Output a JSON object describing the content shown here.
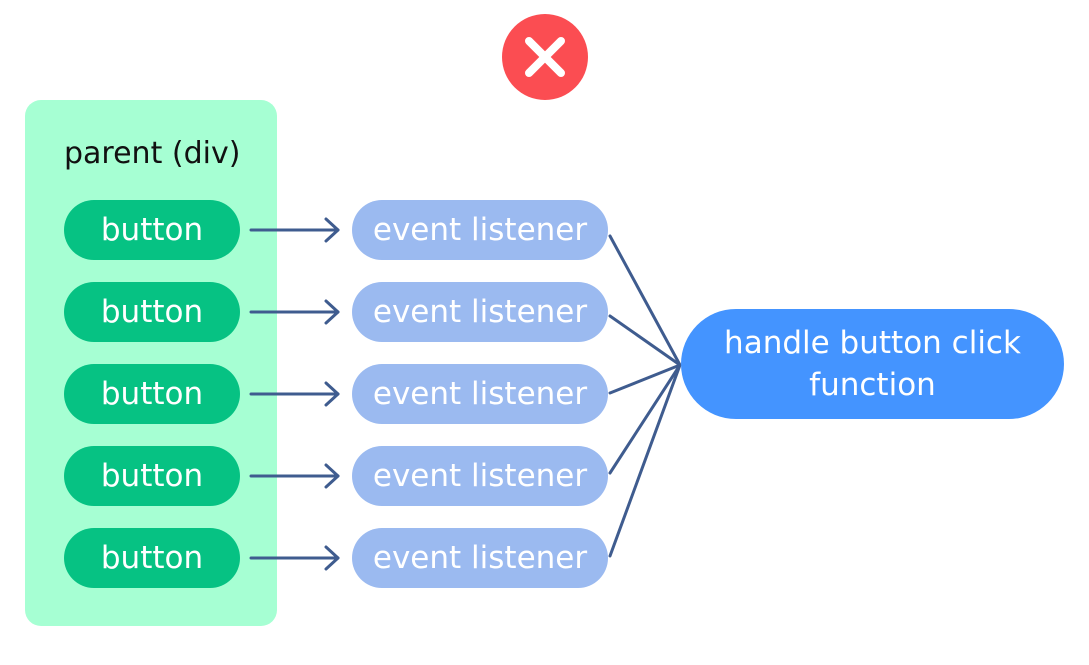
{
  "parent": {
    "label": "parent (div)"
  },
  "buttons": [
    "button",
    "button",
    "button",
    "button",
    "button"
  ],
  "listeners": [
    "event listener",
    "event listener",
    "event listener",
    "event listener",
    "event listener"
  ],
  "handler": {
    "line1": "handle button click",
    "line2": "function"
  },
  "colors": {
    "parent_bg": "#a6ffd3",
    "button_bg": "#06c283",
    "listener_bg": "#9bbaf0",
    "handler_bg": "#4494ff",
    "connector": "#3f5c8f",
    "error_badge": "#fb4d52"
  },
  "icons": {
    "status": "close-icon"
  }
}
